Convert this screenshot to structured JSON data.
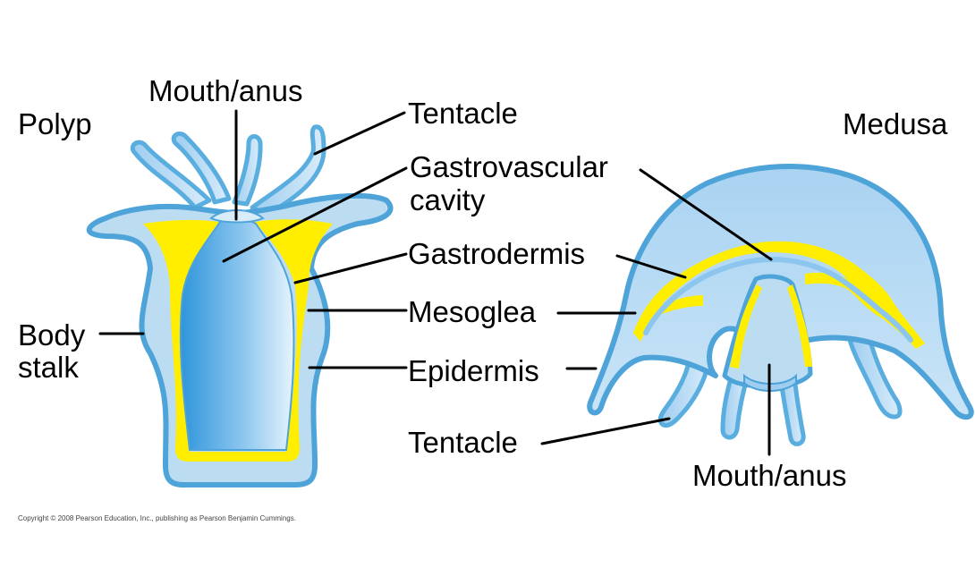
{
  "labels": {
    "polyp": "Polyp",
    "medusa": "Medusa",
    "mouth_anus_polyp": "Mouth/anus",
    "tentacle_top": "Tentacle",
    "gastrovascular_1": "Gastrovascular",
    "gastrovascular_2": "cavity",
    "gastrodermis": "Gastrodermis",
    "mesoglea": "Mesoglea",
    "epidermis": "Epidermis",
    "body_stalk_1": "Body",
    "body_stalk_2": "stalk",
    "tentacle_bottom": "Tentacle",
    "mouth_anus_medusa": "Mouth/anus"
  },
  "copyright": "Copyright © 2008 Pearson Education, Inc., publishing as Pearson Benjamin Cummings.",
  "colors": {
    "epidermis": "#4ea3d8",
    "body_fill": "#bcdcf2",
    "mesoglea": "#ffee00",
    "cavity": "#3aa0e0",
    "leader": "#000000"
  }
}
